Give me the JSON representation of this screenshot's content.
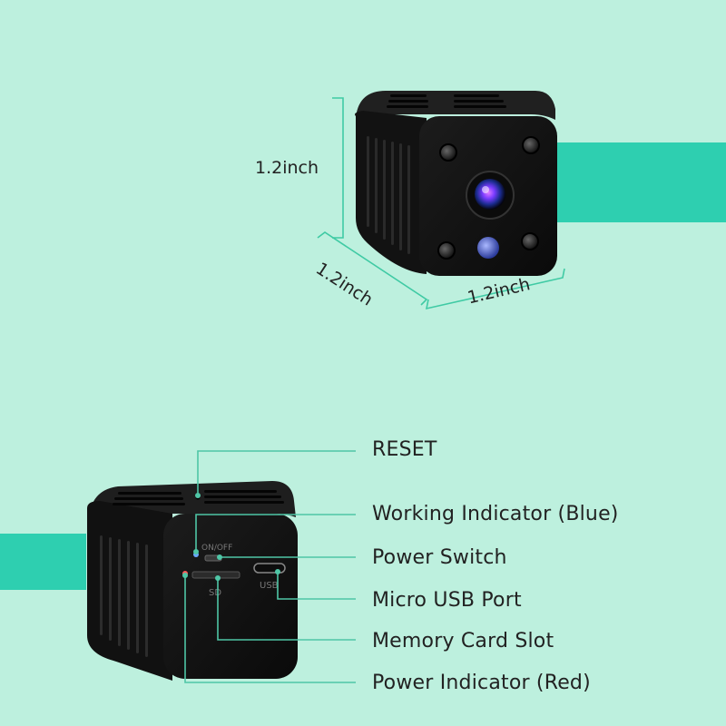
{
  "colors": {
    "background": "#bdf0de",
    "accent_band": "#2ecfb0",
    "leader_line": "#4fc6a6",
    "dimension_line": "#3fcaa4",
    "device_body": "#161616"
  },
  "dimensions": {
    "height": "1.2inch",
    "depth": "1.2inch",
    "width": "1.2inch"
  },
  "device_markings": {
    "switch": "ON/OFF",
    "card_slot": "SD",
    "usb_port": "USB"
  },
  "callouts": [
    {
      "label": "RESET"
    },
    {
      "label": "Working Indicator (Blue)"
    },
    {
      "label": "Power Switch"
    },
    {
      "label": "Micro USB Port"
    },
    {
      "label": "Memory Card Slot"
    },
    {
      "label": "Power Indicator (Red)"
    }
  ]
}
